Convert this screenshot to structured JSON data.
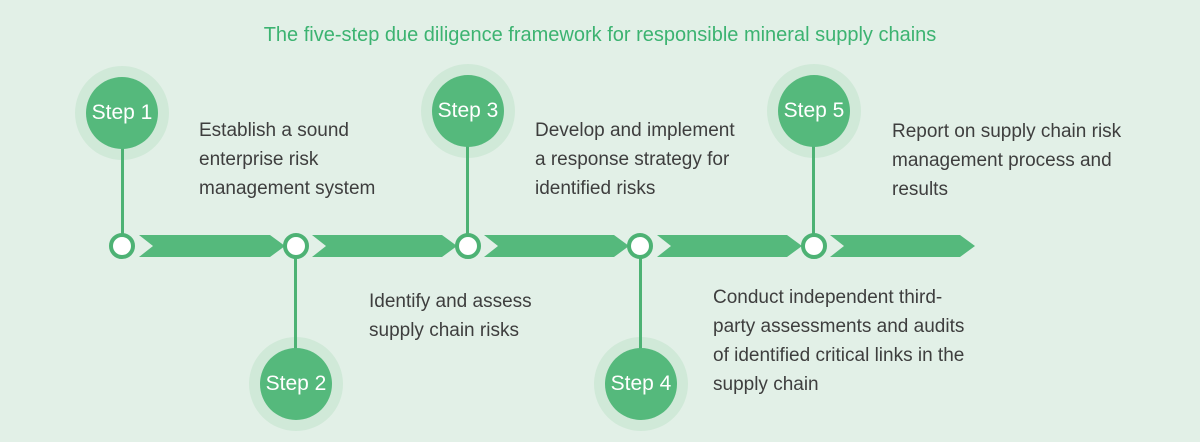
{
  "title": {
    "text": "The five-step due diligence framework for responsible mineral supply chains"
  },
  "colors": {
    "background": "#e2f0e7",
    "accent_green": "#55b97c",
    "line_green": "#4db274",
    "halo_green": "#d0e9d8",
    "title_green": "#3cb371",
    "text_gray": "#3e3e3e",
    "step_label_white": "#ffffff"
  },
  "steps": [
    {
      "label": "Step 1",
      "position": "above",
      "description": "Establish a sound\nenterprise risk\nmanagement system"
    },
    {
      "label": "Step 2",
      "position": "below",
      "description": "Identify and assess\nsupply chain risks"
    },
    {
      "label": "Step 3",
      "position": "above",
      "description": "Develop and implement\na response strategy for\nidentified risks"
    },
    {
      "label": "Step 4",
      "position": "below",
      "description": "Conduct independent third-\nparty assessments and audits\nof identified critical links in the\nsupply chain"
    },
    {
      "label": "Step 5",
      "position": "above",
      "description": "Report on supply chain risk\nmanagement process and\nresults"
    }
  ]
}
